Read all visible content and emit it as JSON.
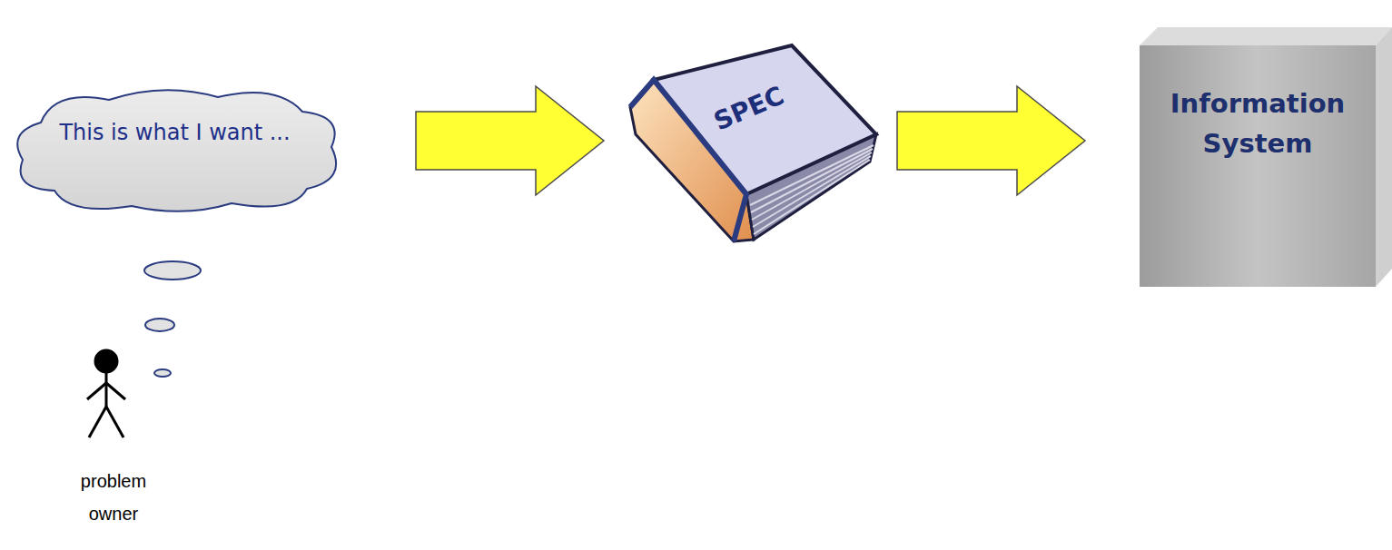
{
  "diagram": {
    "nodes": [
      {
        "text": [
          "This is what I want ..."
        ]
      },
      {
        "text": [
          "SPEC"
        ]
      },
      {
        "text": [
          "Information System"
        ]
      }
    ],
    "edges": [
      {
        "from": 0,
        "to": 1,
        "arrow": "to"
      },
      {
        "from": 1,
        "to": 2,
        "arrow": "to"
      }
    ],
    "labels": [
      "problem owner"
    ]
  }
}
